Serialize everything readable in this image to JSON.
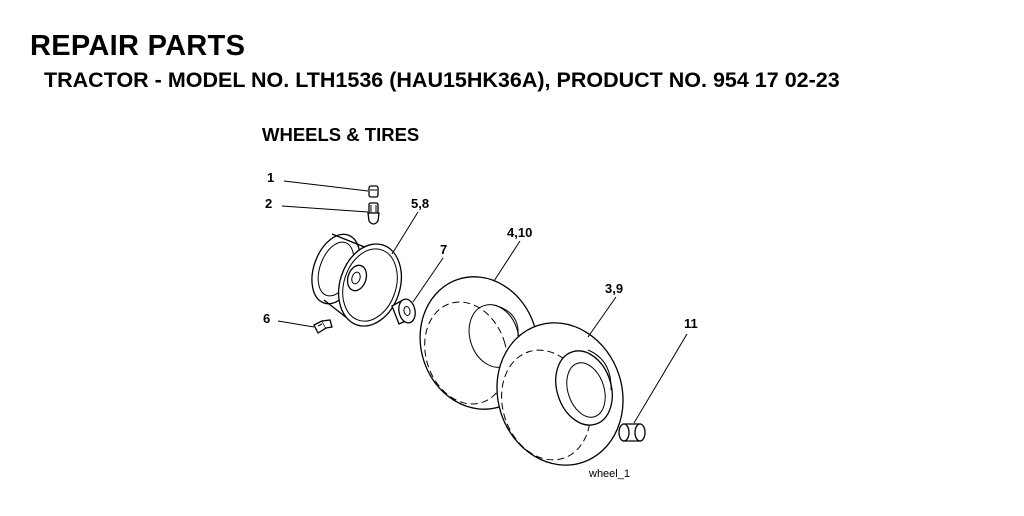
{
  "header": {
    "title": "REPAIR PARTS",
    "subtitle": "TRACTOR - MODEL NO. LTH1536 (HAU15HK36A), PRODUCT NO. 954 17 02-23"
  },
  "section": {
    "title": "WHEELS & TIRES"
  },
  "callouts": {
    "valve_cap": "1",
    "valve_stem": "2",
    "rim": "5,8",
    "bolt": "6",
    "bushing": "7",
    "tire_inner": "4,10",
    "tire_outer": "3,9",
    "cap": "11"
  },
  "figure_id": "wheel_1"
}
